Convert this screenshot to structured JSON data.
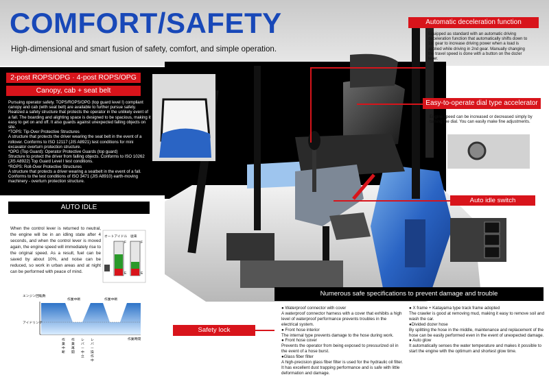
{
  "header": {
    "title": "COMFORT/SAFETY",
    "subtitle": "High-dimensional and smart fusion of safety, comfort, and simple operation."
  },
  "rops": {
    "label": "2-post ROPS/OPG · 4-post ROPS/OPG",
    "sub_label": "Canopy, cab + seat belt",
    "text": [
      "Pursuing operator safety. TOPS/ROPS/OPG (top guard level I) compliant canopy and cab (with seat belt) are available to further pursue safety.",
      "Realized a safety structure that protects the operator in the unlikely event of a fall. The boarding and alighting space is designed to be spacious, making it easy to get on and off. It also guards against unexpected falling objects on site.",
      "*TOPS: Tip-Over Protective Structures",
      "A structure that protects the driver wearing the seat belt in the event of a rollover. Conforms to ISO 12117 (JIS A8921) test conditions for mini excavator overturn protection structure.",
      "*OPG (Top Guard): Operator Protective Guards (top guard)",
      "Structure to protect the driver from falling objects. Conforms to ISO 10262 (JIS A8922) Top Guard Level I test conditions.",
      "*ROPS: Roll-Over Protective Structures",
      "A structure that protects a driver wearing a seatbelt in the event of a fall. Conforms to the test conditions of ISO 3471 (JIS A8910) earth-moving machinery - overturn protection structure."
    ]
  },
  "auto_idle": {
    "label": "AUTO IDLE",
    "text": "When the control lever is returned to neutral, the engine will be in an idling state after 4 seconds, and when the control lever is moved again, the engine speed will immediately rise to the original speed. As a result, fuel can be saved by about 10%, and noise can be reduced, so work in urban areas and at night can be performed with peace of mind.",
    "gauge_labels": [
      "オートアイドル",
      "従来"
    ],
    "gauge_f": "F",
    "gauge_e": "E",
    "fuel_levels": [
      0.62,
      0.4
    ],
    "chart": {
      "ylabel": "エンジン回転数",
      "idle_label": "アイドリング",
      "xlabel": "作業時間",
      "interrupt_label": "作業中断",
      "bottom_labels": [
        "作業中断",
        "作業再開",
        "レバー中立",
        "レバー操作中"
      ]
    }
  },
  "auto_decel": {
    "label": "Automatic deceleration function",
    "text": "Equipped as standard with an automatic driving deceleration function that automatically shifts down to 1st gear to increase driving power when a load is applied while driving in 2nd gear. Manually changing the travel speed is done with a button on the dozer lever."
  },
  "dial": {
    "label": "Easy-to-operate dial type accelerator",
    "text": "Engine speed can be increased or decreased simply by turning the dial. You can easily make fine adjustments."
  },
  "auto_idle_switch": {
    "label": "Auto idle switch"
  },
  "safety_lock": {
    "label": "Safety lock"
  },
  "specs": {
    "title": "Numerous safe specifications to prevent damage and trouble",
    "left": [
      {
        "head": "● Waterproof connector with cover",
        "body": "A waterproof connector harness with a cover that exhibits a high level of waterproof performance prevents troubles in the electrical system."
      },
      {
        "head": "● Front hose interior",
        "body": "The internal type prevents damage to the hose during work."
      },
      {
        "head": "● Front hose cover",
        "body": "Prevents the operator from being exposed to pressurized oil in the event of a hose burst."
      },
      {
        "head": "●Glass fiber filter",
        "body": "A high-precision glass fiber filter is used for the hydraulic oil filter. It has excellent dust trapping performance and is safe with little deformation and damage."
      }
    ],
    "right": [
      {
        "head": "● X frame + Katayama type track frame adopted",
        "body": "The crawler is good at removing mud, making it easy to remove soil and wash the car."
      },
      {
        "head": "●Divided dozer hose",
        "body": "By splitting the hose in the middle, maintenance and replacement of the hose can be easily performed even in the event of unexpected damage."
      },
      {
        "head": "● Auto glow",
        "body": "It automatically senses the water temperature and makes it possible to start the engine with the optimum and shortest glow time."
      }
    ]
  },
  "colors": {
    "title_blue": "#1848b8",
    "accent_red": "#d8141b",
    "machine_blue": "#2a64c4"
  }
}
